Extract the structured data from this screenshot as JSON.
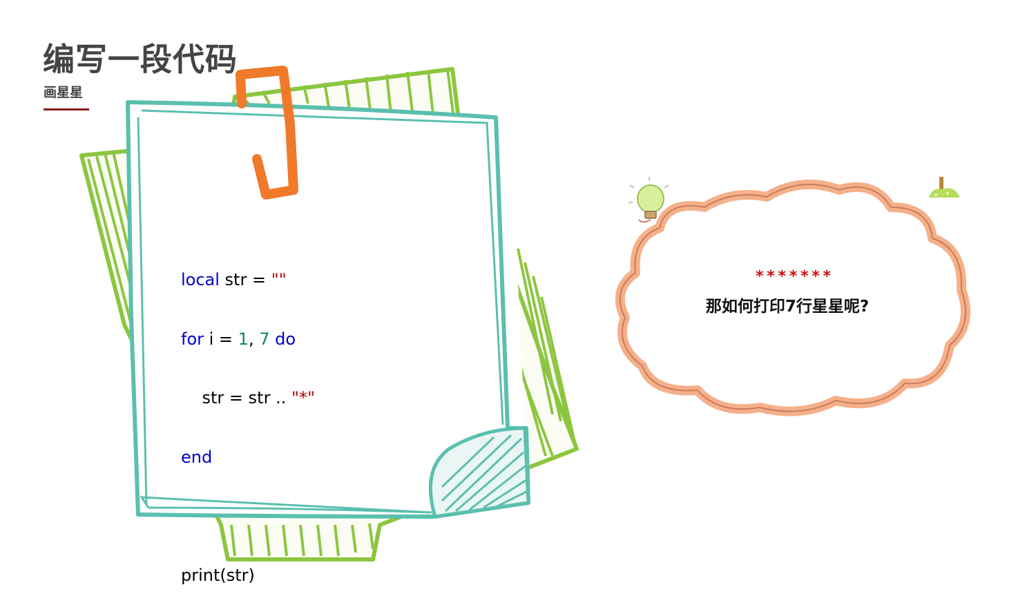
{
  "header": {
    "title": "编写一段代码",
    "subtitle": "画星星"
  },
  "code": {
    "line1": {
      "kw": "local",
      "text": " str = ",
      "str": "\"\""
    },
    "line2": {
      "kw1": "for",
      "text1": " i = ",
      "num1": "1",
      "text2": ", ",
      "num2": "7",
      "text3": " ",
      "kw2": "do"
    },
    "line3": {
      "text": "    str = str .. ",
      "str": "\"*\""
    },
    "line4": {
      "kw": "end"
    },
    "line6": {
      "text": "print(str)"
    }
  },
  "bubble": {
    "stars": "*******",
    "question": "那如何打印7行星星呢?"
  },
  "colors": {
    "keyword": "#0000cc",
    "number": "#0a8a4a",
    "string": "#b00000",
    "stars": "#d01010",
    "paper_frame": "#5bbfae",
    "back_paper": "#8cc63f",
    "clip": "#f07a2a",
    "cloud": "#f5b08a",
    "underline": "#8b1a1a"
  },
  "icons": [
    "lightbulb-icon",
    "paper-clip-icon",
    "grass-sprout-icon"
  ]
}
